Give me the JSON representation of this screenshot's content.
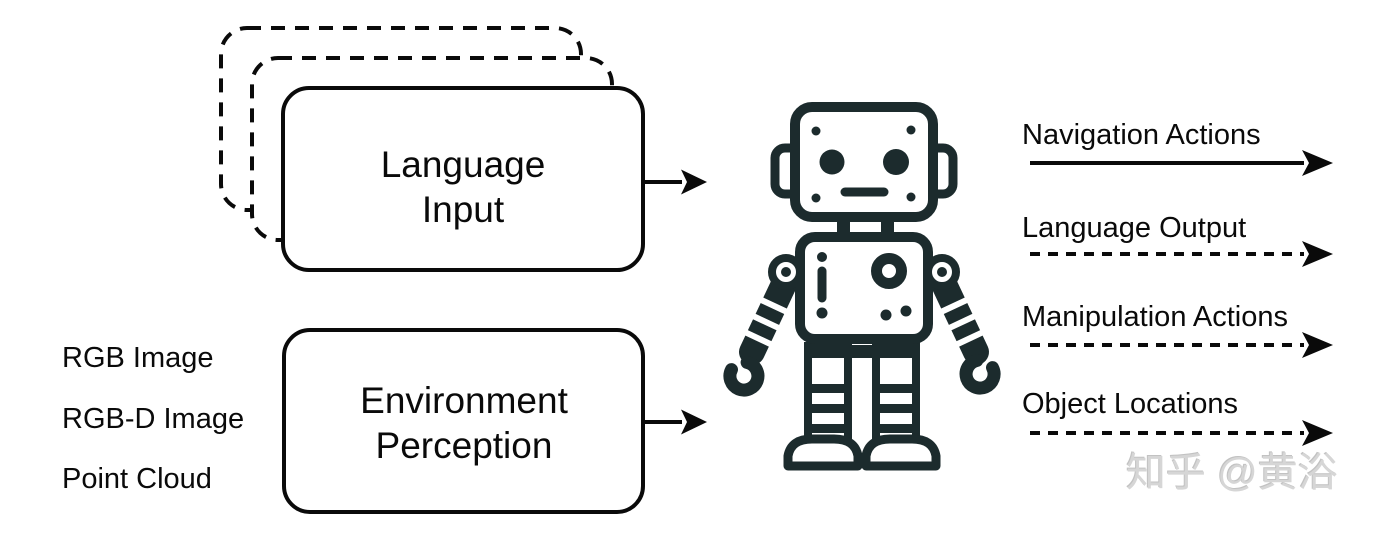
{
  "diagram": {
    "inputs": {
      "language_box": {
        "label": "Language\nInput"
      },
      "environment_box": {
        "label": "Environment\nPerception"
      },
      "modalities": [
        "RGB Image",
        "RGB-D Image",
        "Point Cloud"
      ]
    },
    "robot": {
      "icon": "robot-icon"
    },
    "outputs": [
      {
        "label": "Navigation Actions",
        "arrow": "solid"
      },
      {
        "label": "Language Output",
        "arrow": "dashed"
      },
      {
        "label": "Manipulation Actions",
        "arrow": "dashed"
      },
      {
        "label": "Object Locations",
        "arrow": "dashed"
      }
    ],
    "watermark": "知乎 @黄浴",
    "colors": {
      "ink": "#0a0a0a",
      "robot": "#1c2b2d",
      "watermark": "#d6d6d6",
      "background": "#ffffff"
    }
  }
}
